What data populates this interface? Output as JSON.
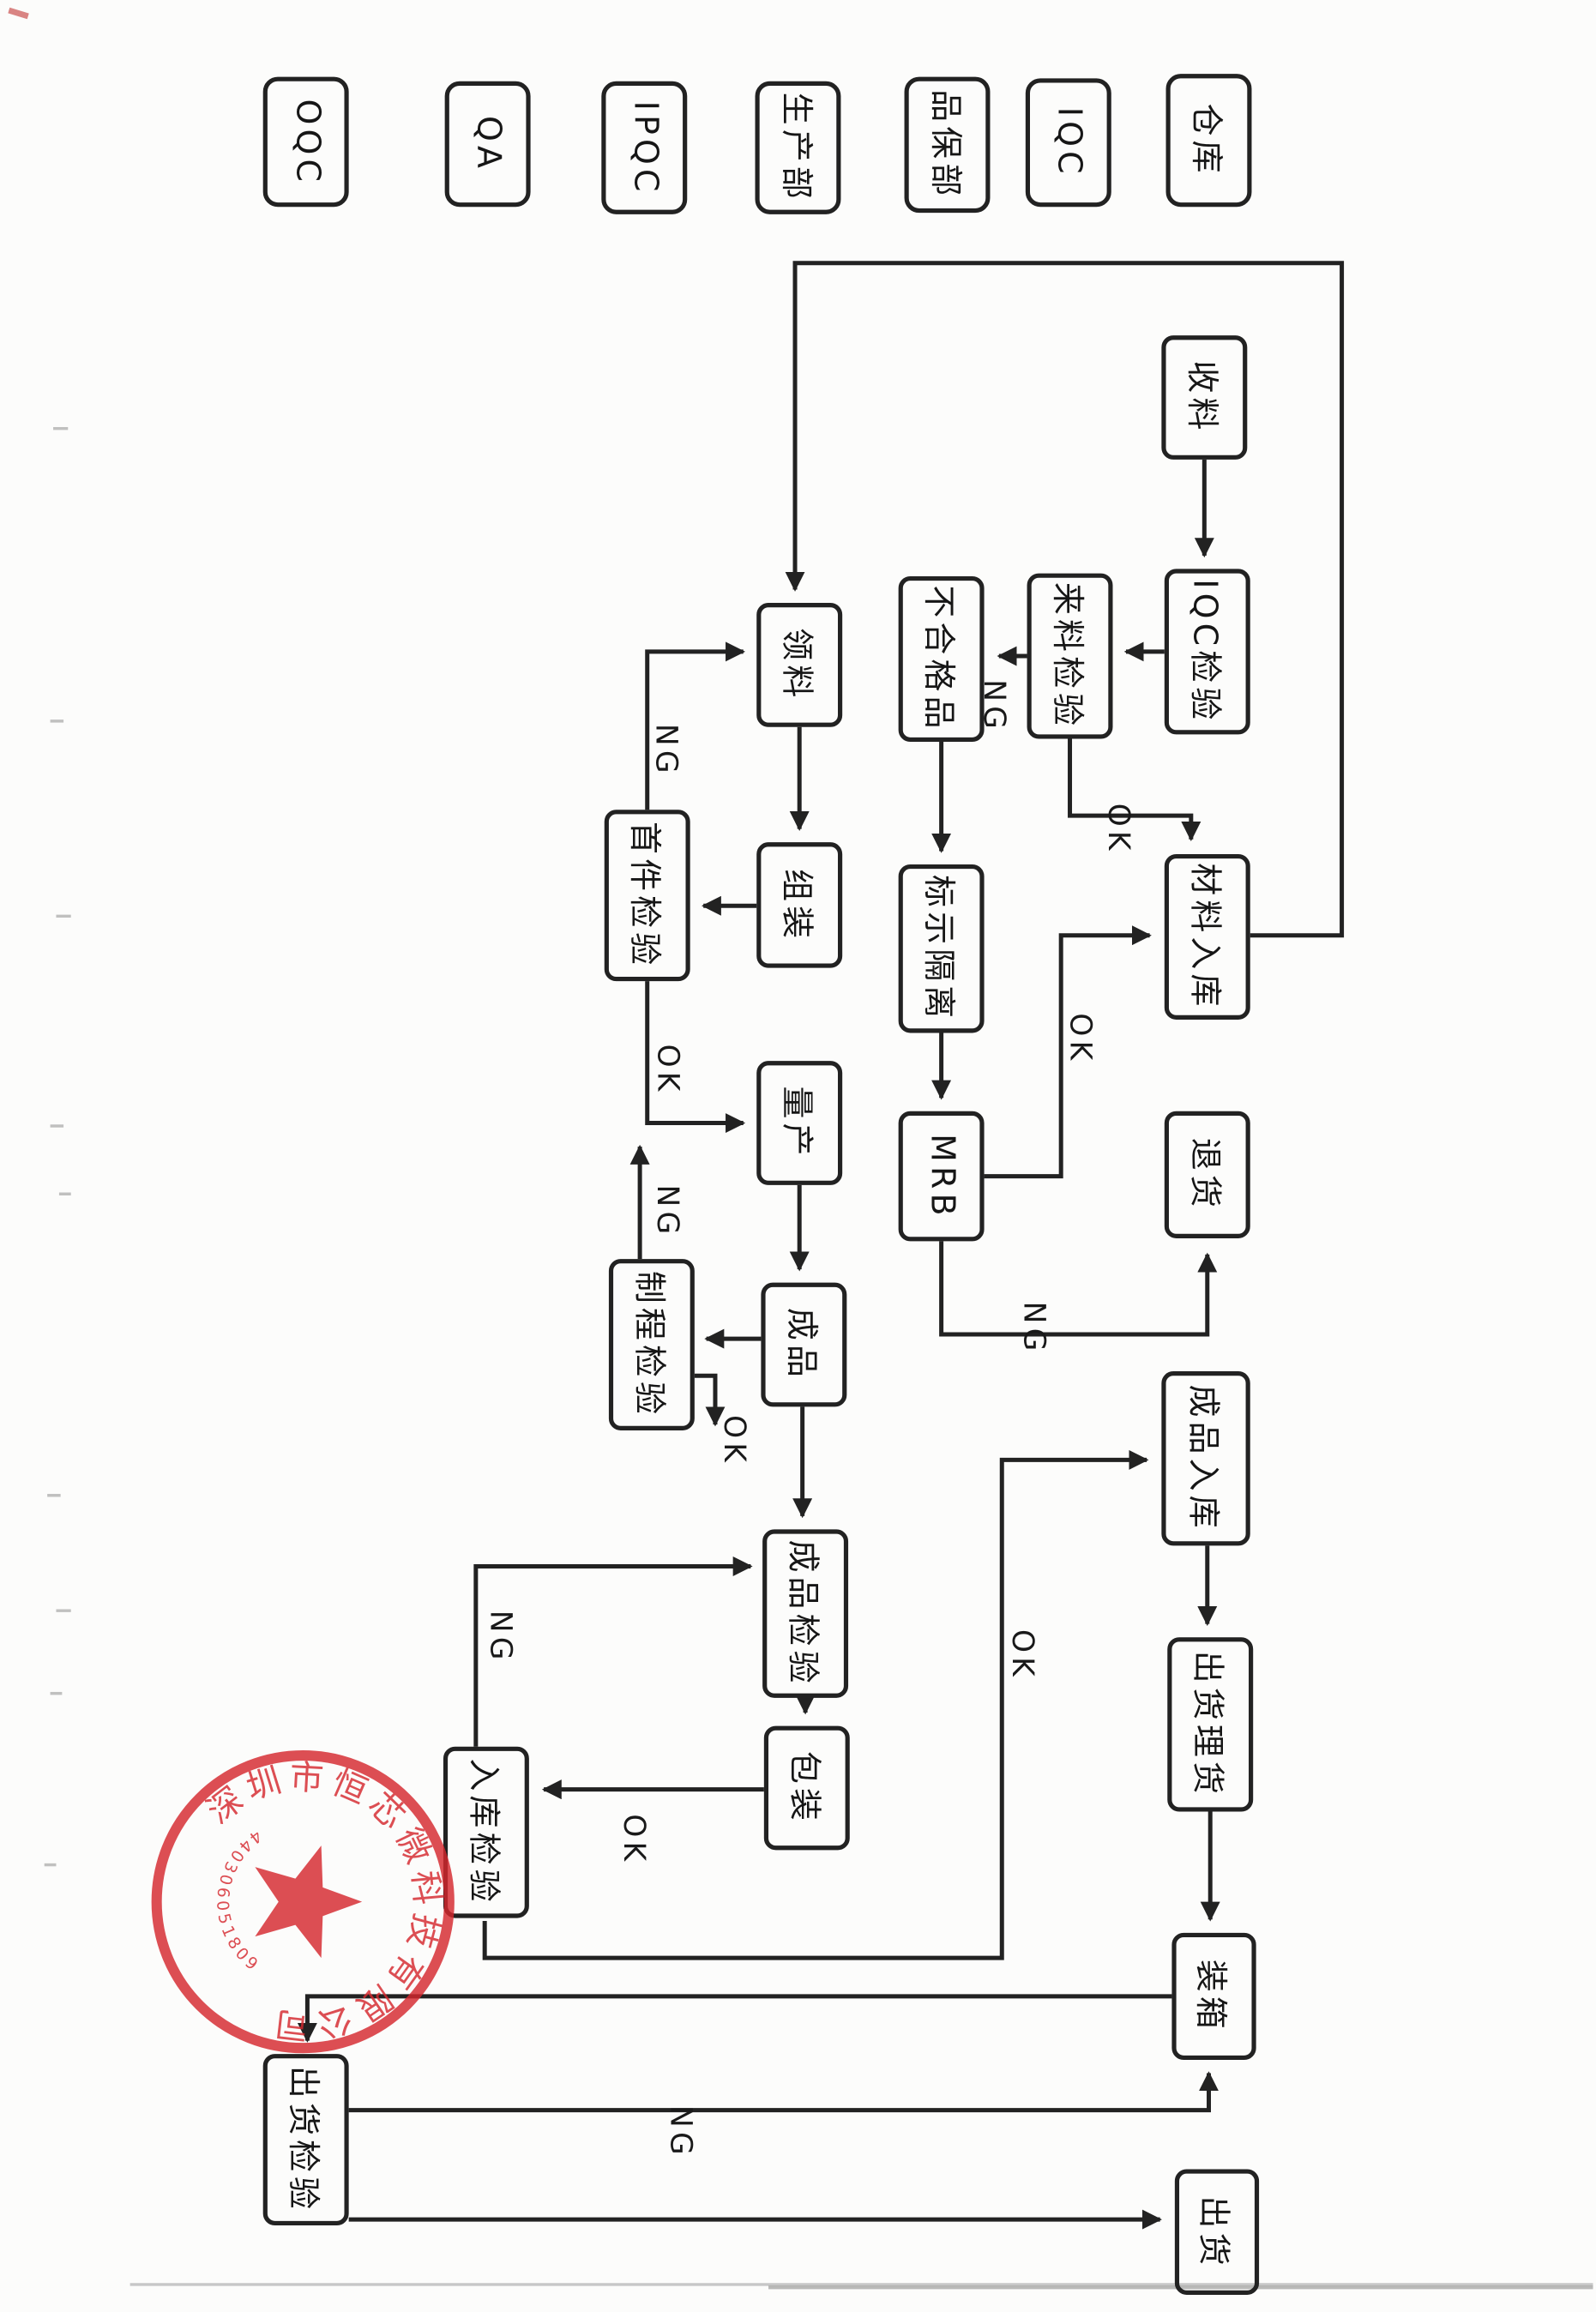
{
  "lanes": [
    {
      "label": "OQC"
    },
    {
      "label": "QA"
    },
    {
      "label": "IPQC"
    },
    {
      "label": "生产部"
    },
    {
      "label": "品保部"
    },
    {
      "label": "IQC"
    },
    {
      "label": "仓库"
    }
  ],
  "nodes": {
    "receive": {
      "label": "收料"
    },
    "iqc_inspection": {
      "label": "IQC检验"
    },
    "incoming_inspection": {
      "label": "来料检验"
    },
    "nonconforming": {
      "label": "不合格品"
    },
    "pick_material": {
      "label": "领料"
    },
    "first_article": {
      "label": "首件检验"
    },
    "assembly": {
      "label": "组装"
    },
    "mark_isolate": {
      "label": "标示隔离"
    },
    "material_warehousing": {
      "label": "材料入库"
    },
    "mass_production": {
      "label": "量产"
    },
    "mrb": {
      "label": "MRB"
    },
    "return_goods": {
      "label": "退货"
    },
    "inprocess_inspection": {
      "label": "制程检验"
    },
    "finished_product": {
      "label": "成品"
    },
    "finished_warehousing": {
      "label": "成品入库"
    },
    "finished_inspection": {
      "label": "成品检验"
    },
    "shipping_tally": {
      "label": "出货理货"
    },
    "packing": {
      "label": "包装"
    },
    "warehousing_inspection": {
      "label": "入库检验"
    },
    "boxing": {
      "label": "装箱"
    },
    "shipping_inspection": {
      "label": "出货检验"
    },
    "shipping": {
      "label": "出货"
    }
  },
  "edges": {
    "incoming_ng": "NG",
    "incoming_ok": "OK",
    "mrb_ok": "OK",
    "mrb_ng": "NG",
    "first_article_ng": "NG",
    "first_article_ok": "OK",
    "inprocess_ng": "NG",
    "inprocess_ok": "OK",
    "packing_ok": "OK",
    "warehousing_ng": "NG",
    "warehousing_ok": "OK",
    "shipping_ng": "NG"
  },
  "stamp": {
    "company": "深圳市恒芯微科技有限公司",
    "serial": "4403060518090",
    "color": "#d5282e"
  },
  "colors": {
    "ink": "#222222",
    "paper": "#fcfcfb",
    "stamp_red": "#d5282e"
  }
}
